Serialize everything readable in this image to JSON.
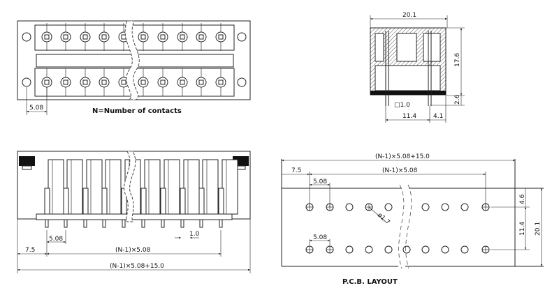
{
  "top_view": {
    "pitch": "5.08",
    "note": "N=Number of contacts"
  },
  "side_view": {
    "width": "20.1",
    "height": "17.6",
    "pin_length": "2.6",
    "pin_size": "□1.0",
    "row_spacing": "11.4",
    "edge_offset": "4.1"
  },
  "front_view": {
    "pitch": "5.08",
    "pin_width": "1.0",
    "edge_offset": "7.5",
    "pitch_span": "(N-1)×5.08",
    "total_length": "(N-1)×5.08+15.0"
  },
  "pcb_layout": {
    "title": "P.C.B. LAYOUT",
    "total_length": "(N-1)×5.08+15.0",
    "edge_offset": "7.5",
    "pitch_span": "(N-1)×5.08",
    "pitch_top": "5.08",
    "pitch_bottom": "5.08",
    "hole_diameter": "ø1.7",
    "top_offset": "4.6",
    "row_spacing": "11.4",
    "width": "20.1"
  }
}
